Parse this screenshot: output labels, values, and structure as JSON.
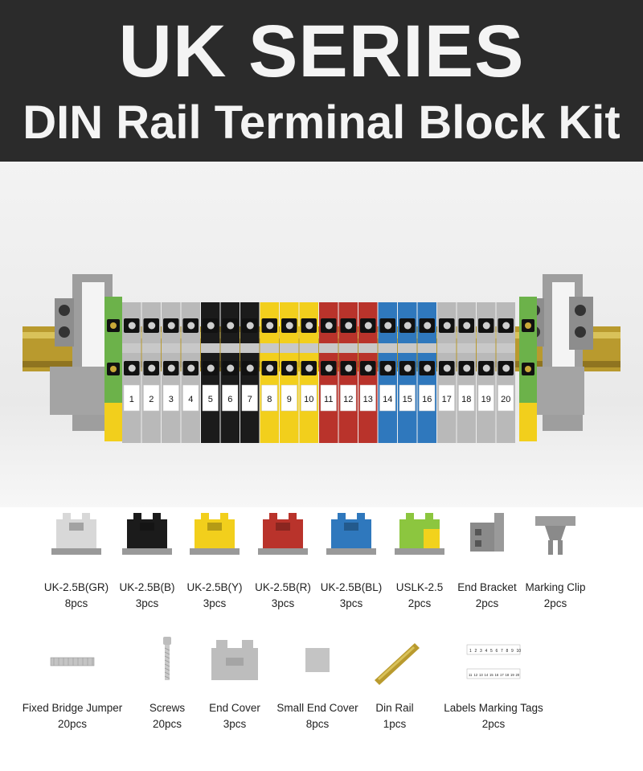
{
  "header": {
    "title": "UK SERIES",
    "subtitle": "DIN Rail Terminal Block Kit"
  },
  "terminal_numbers": [
    "1",
    "2",
    "3",
    "4",
    "5",
    "6",
    "7",
    "8",
    "9",
    "10",
    "11",
    "12",
    "13",
    "14",
    "15",
    "16",
    "17",
    "18",
    "19",
    "20"
  ],
  "colors": {
    "gray": "#b9b9b9",
    "black": "#1b1b1b",
    "yellow": "#f2cf1c",
    "red": "#b9332b",
    "blue": "#2f78bd",
    "green": "#6cb24a",
    "header_bg": "#2b2b2b"
  },
  "parts_row1": [
    {
      "name": "UK-2.5B(GR)",
      "qty": "8pcs",
      "icon": "gray-terminal-block-icon"
    },
    {
      "name": "UK-2.5B(B)",
      "qty": "3pcs",
      "icon": "black-terminal-block-icon"
    },
    {
      "name": "UK-2.5B(Y)",
      "qty": "3pcs",
      "icon": "yellow-terminal-block-icon"
    },
    {
      "name": "UK-2.5B(R)",
      "qty": "3pcs",
      "icon": "red-terminal-block-icon"
    },
    {
      "name": "UK-2.5B(BL)",
      "qty": "3pcs",
      "icon": "blue-terminal-block-icon"
    },
    {
      "name": "USLK-2.5",
      "qty": "2pcs",
      "icon": "ground-terminal-block-icon"
    },
    {
      "name": "End Bracket",
      "qty": "2pcs",
      "icon": "end-bracket-icon"
    },
    {
      "name": "Marking Clip",
      "qty": "2pcs",
      "icon": "marking-clip-icon"
    }
  ],
  "parts_row2": [
    {
      "name": "Fixed Bridge Jumper",
      "qty": "20pcs",
      "icon": "bridge-jumper-icon"
    },
    {
      "name": "Screws",
      "qty": "20pcs",
      "icon": "screw-icon"
    },
    {
      "name": "End Cover",
      "qty": "3pcs",
      "icon": "end-cover-icon"
    },
    {
      "name": "Small End Cover",
      "qty": "8pcs",
      "icon": "small-end-cover-icon"
    },
    {
      "name": "Din Rail",
      "qty": "1pcs",
      "icon": "din-rail-icon"
    },
    {
      "name": "Labels Marking Tags",
      "qty": "2pcs",
      "icon": "marking-tags-icon"
    }
  ],
  "tag_numbers_top": [
    "1",
    "2",
    "3",
    "4",
    "5",
    "6",
    "7",
    "8",
    "9",
    "10"
  ],
  "tag_numbers_bottom": [
    "11",
    "12",
    "13",
    "14",
    "15",
    "16",
    "17",
    "18",
    "19",
    "20"
  ]
}
